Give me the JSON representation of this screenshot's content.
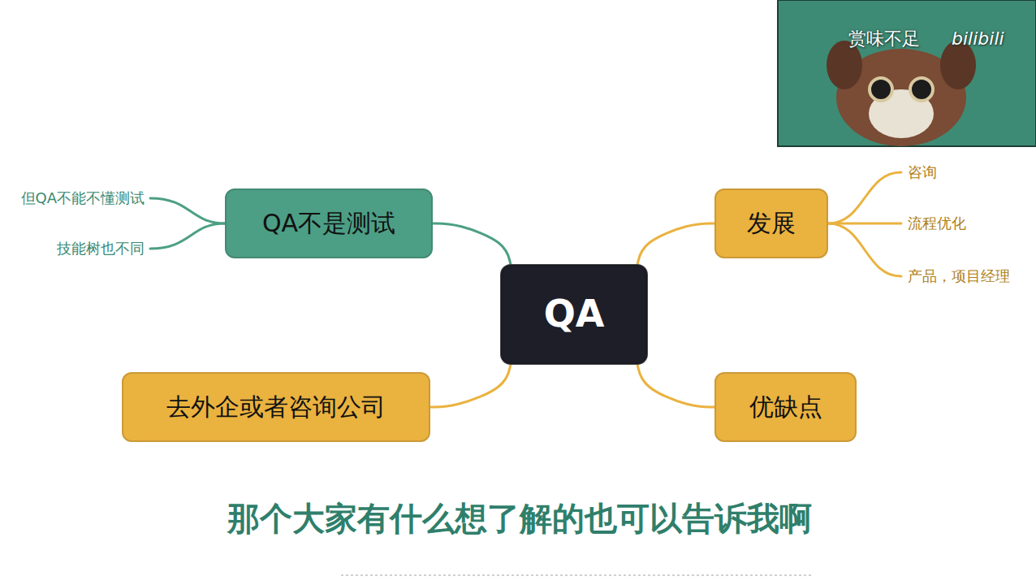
{
  "diagram": {
    "nodes": [
      {
        "text": [
          "QA"
        ]
      },
      {
        "text": [
          "QA不是测试"
        ]
      },
      {
        "text": [
          "发展"
        ]
      },
      {
        "text": [
          "去外企或者咨询公司"
        ]
      },
      {
        "text": [
          "优缺点"
        ]
      }
    ],
    "edges": [
      {
        "from": 0,
        "to": 1,
        "arrow": "none"
      },
      {
        "from": 0,
        "to": 2,
        "arrow": "none"
      },
      {
        "from": 0,
        "to": 3,
        "arrow": "none"
      },
      {
        "from": 0,
        "to": 4,
        "arrow": "none"
      }
    ],
    "labels": [
      "但QA不能不懂测试",
      "技能树也不同",
      "咨询",
      "流程优化",
      "产品，项目经理",
      "赏味不足",
      "bilibili",
      "那个大家有什么想了解的也可以告诉我啊"
    ]
  }
}
